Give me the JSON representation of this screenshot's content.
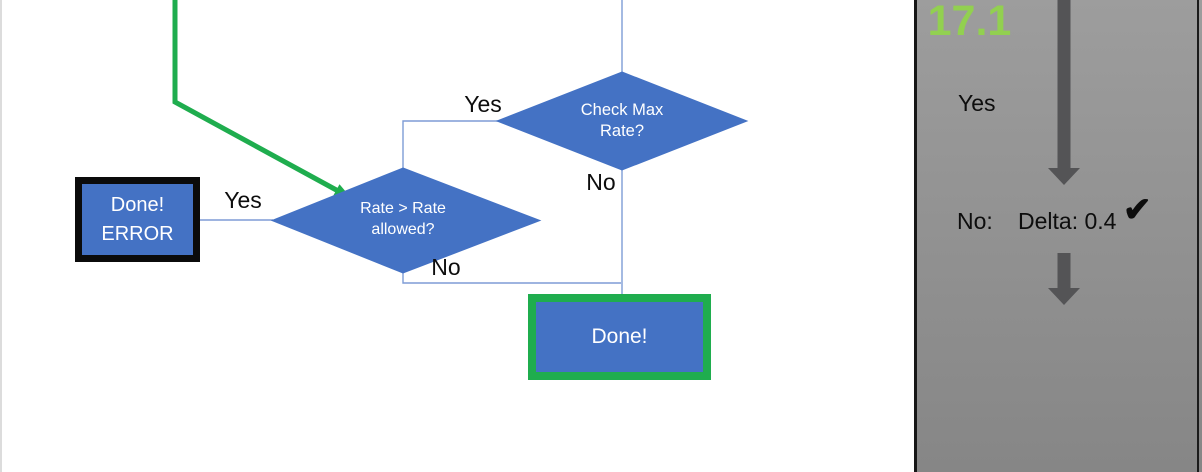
{
  "colors": {
    "accent_blue": "#4472C4",
    "connector_blue": "#7E9CD6",
    "green": "#1FAD4E",
    "light_green": "#92D050",
    "panel_gray_top": "#9D9D9D",
    "panel_gray_bottom": "#868686",
    "arrow_gray": "#545456",
    "text_black": "#0d0d0d"
  },
  "flowchart": {
    "nodes": {
      "done_error": {
        "label": "Done!\nERROR"
      },
      "rate_allowed": {
        "label": "Rate > Rate\nallowed?"
      },
      "check_max": {
        "label": "Check Max\nRate?"
      },
      "done": {
        "label": "Done!"
      }
    },
    "edge_labels": {
      "check_max_yes": "Yes",
      "check_max_no": "No",
      "rate_allowed_yes": "Yes",
      "rate_allowed_no": "No"
    }
  },
  "side_panel": {
    "yes_label": "Yes",
    "no_label": "No:",
    "delta_value": "Delta: 0.4",
    "checkmark": "✔",
    "result_value": "17.1"
  }
}
